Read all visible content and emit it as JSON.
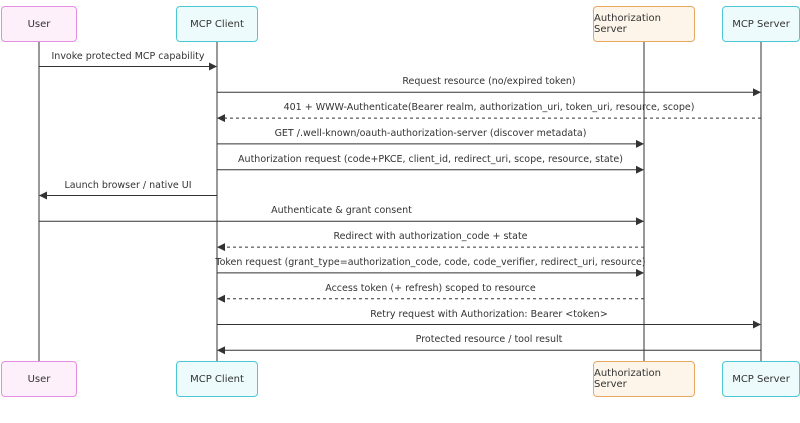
{
  "participants": [
    {
      "id": "user",
      "label": "User",
      "fill": "#fdf0fb",
      "stroke": "#e38ee0"
    },
    {
      "id": "client",
      "label": "MCP Client",
      "fill": "#eefbfc",
      "stroke": "#4cc8d3"
    },
    {
      "id": "auth",
      "label": "Authorization Server",
      "fill": "#fdf5ea",
      "stroke": "#e9a861"
    },
    {
      "id": "server",
      "label": "MCP Server",
      "fill": "#eefbfc",
      "stroke": "#4cc8d3"
    }
  ],
  "messages": [
    {
      "from": "user",
      "to": "client",
      "label": "Invoke protected MCP capability",
      "dashed": false
    },
    {
      "from": "client",
      "to": "server",
      "label": "Request resource (no/expired token)",
      "dashed": false
    },
    {
      "from": "server",
      "to": "client",
      "label": "401 + WWW-Authenticate(Bearer realm, authorization_uri, token_uri, resource, scope)",
      "dashed": true
    },
    {
      "from": "client",
      "to": "auth",
      "label": "GET /.well-known/oauth-authorization-server (discover metadata)",
      "dashed": false
    },
    {
      "from": "client",
      "to": "auth",
      "label": "Authorization request (code+PKCE, client_id, redirect_uri, scope, resource, state)",
      "dashed": false
    },
    {
      "from": "client",
      "to": "user",
      "label": "Launch browser / native UI",
      "dashed": false
    },
    {
      "from": "user",
      "to": "auth",
      "label": "Authenticate & grant consent",
      "dashed": false
    },
    {
      "from": "auth",
      "to": "client",
      "label": "Redirect with authorization_code + state",
      "dashed": true
    },
    {
      "from": "client",
      "to": "auth",
      "label": "Token request (grant_type=authorization_code, code, code_verifier, redirect_uri, resource)",
      "dashed": false
    },
    {
      "from": "auth",
      "to": "client",
      "label": "Access token (+ refresh) scoped to resource",
      "dashed": true
    },
    {
      "from": "client",
      "to": "server",
      "label": "Retry request with Authorization: Bearer <token>",
      "dashed": false
    },
    {
      "from": "server",
      "to": "client",
      "label": "Protected resource / tool result",
      "dashed": false
    }
  ],
  "colors": {
    "line": "#333333",
    "text": "#333333"
  }
}
